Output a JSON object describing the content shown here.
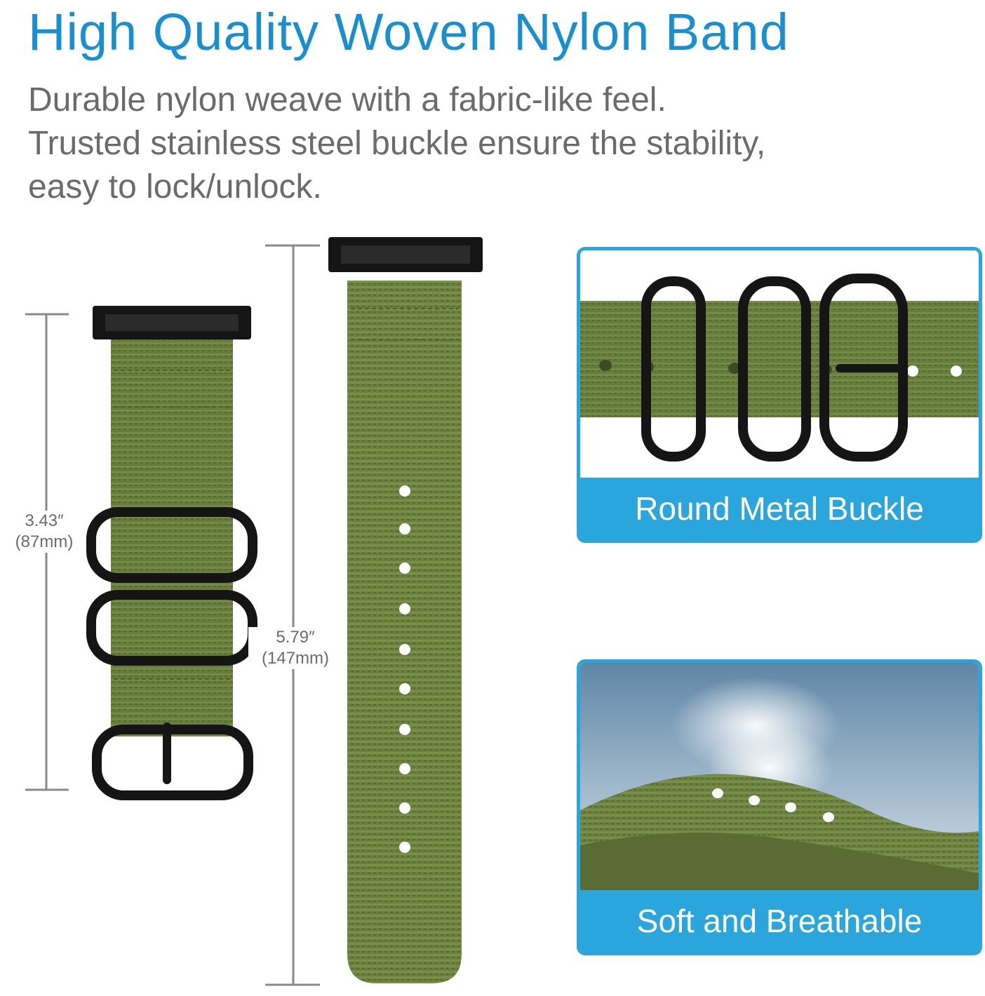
{
  "headline": "High Quality Woven Nylon Band",
  "description": [
    "Durable nylon weave with a fabric-like feel.",
    "Trusted stainless steel buckle ensure the stability,",
    "easy to lock/unlock."
  ],
  "measurements": {
    "short_band": {
      "inches": "3.43″",
      "mm": "(87mm)"
    },
    "long_band": {
      "inches": "5.79″",
      "mm": "(147mm)"
    }
  },
  "features": [
    {
      "caption": "Round Metal Buckle",
      "icon": "loop-buckle-icon"
    },
    {
      "caption": "Soft and Breathable",
      "icon": "breathable-mist-icon"
    }
  ],
  "colors": {
    "headline": "#1a8fd0",
    "body_text": "#6b6b6b",
    "card_border": "#2aa6dc",
    "caption_band": "#2aa6dc",
    "strap_green": "#667c3c",
    "hardware_black": "#151515",
    "dimension_line": "#8a8a8a"
  }
}
